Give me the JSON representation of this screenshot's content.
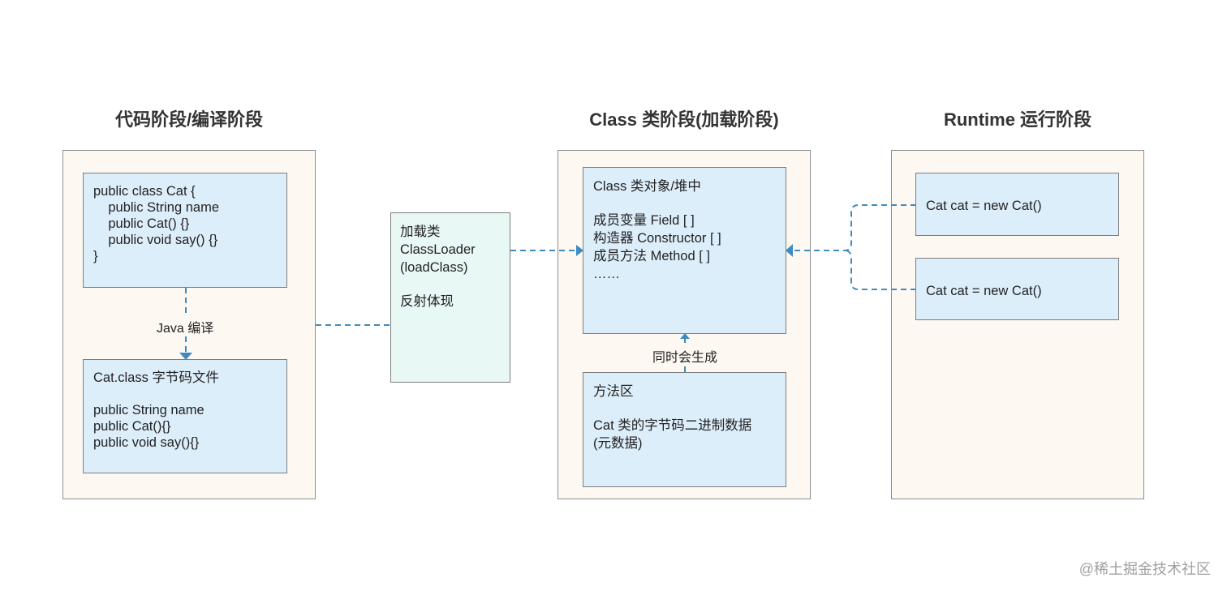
{
  "colors": {
    "panel_bg": "#fdf8f2",
    "box_bg": "#ddeefb",
    "loader_bg": "#e8f8f5",
    "arrow": "#3f8bbf"
  },
  "headings": {
    "code_stage": "代码阶段/编译阶段",
    "class_stage": "Class 类阶段(加载阶段)",
    "runtime_stage": "Runtime 运行阶段"
  },
  "code_stage": {
    "source_lines": [
      "public class Cat {",
      "    public String name",
      "    public Cat() {}",
      "    public void say() {}",
      "}"
    ],
    "compile_label": "Java 编译",
    "bytecode_lines": [
      "Cat.class 字节码文件",
      "",
      "public String name",
      "public Cat(){}",
      "public void say(){}"
    ]
  },
  "loader": {
    "lines": [
      "加载类",
      "ClassLoader",
      "(loadClass)",
      "",
      "反射体现"
    ]
  },
  "class_stage": {
    "object_lines": [
      "Class 类对象/堆中",
      "",
      "成员变量 Field [ ]",
      "构造器 Constructor [ ]",
      "成员方法 Method [ ]",
      "……"
    ],
    "generate_label": "同时会生成",
    "method_area_lines": [
      "方法区",
      "",
      "Cat 类的字节码二进制数据",
      "(元数据)"
    ]
  },
  "runtime": {
    "instance_1": "Cat cat = new Cat()",
    "instance_2": "Cat cat = new Cat()"
  },
  "watermark": "@稀土掘金技术社区"
}
